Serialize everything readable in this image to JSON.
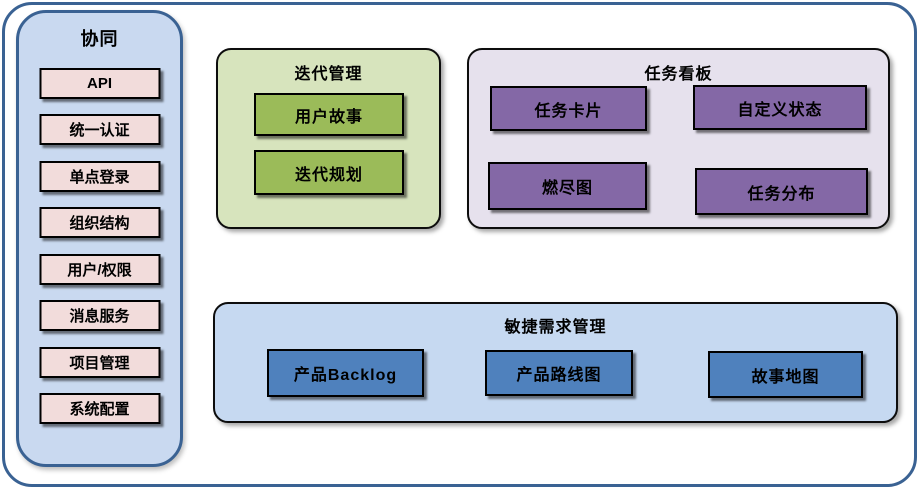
{
  "palette": {
    "frame_border": "#3a6293",
    "sidebar_bg": "#c9d9f0",
    "sidebar_item_bg": "#f2dcdb",
    "iteration_panel_bg": "#d7e4bd",
    "iteration_item_bg": "#9bbb59",
    "kanban_panel_bg": "#e6e1ed",
    "kanban_item_bg": "#8468a6",
    "requirements_panel_bg": "#c6d9f1",
    "requirements_item_bg": "#4f81bd",
    "box_border": "#000000",
    "text_color": "#000000"
  },
  "sidebar": {
    "title": "协同",
    "items": [
      "API",
      "统一认证",
      "单点登录",
      "组织结构",
      "用户/权限",
      "消息服务",
      "项目管理",
      "系统配置"
    ]
  },
  "sections": {
    "iteration": {
      "title": "迭代管理",
      "items": [
        "用户故事",
        "迭代规划"
      ]
    },
    "kanban": {
      "title": "任务看板",
      "items": [
        "任务卡片",
        "自定义状态",
        "燃尽图",
        "任务分布"
      ]
    },
    "requirements": {
      "title": "敏捷需求管理",
      "items": [
        "产品Backlog",
        "产品路线图",
        "故事地图"
      ]
    }
  }
}
